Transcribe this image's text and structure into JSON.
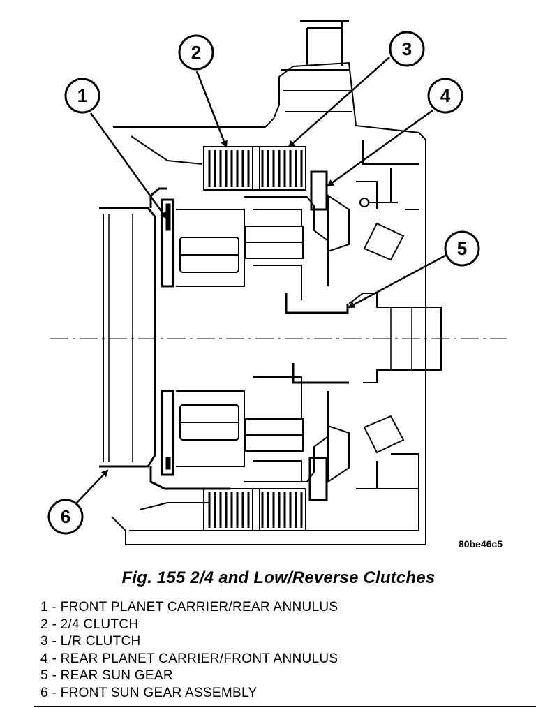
{
  "figure": {
    "code": "80be46c5",
    "caption": "Fig. 155 2/4 and Low/Reverse Clutches"
  },
  "callouts": [
    {
      "number": "1"
    },
    {
      "number": "2"
    },
    {
      "number": "3"
    },
    {
      "number": "4"
    },
    {
      "number": "5"
    },
    {
      "number": "6"
    }
  ],
  "legend": [
    {
      "text": "1 - FRONT PLANET CARRIER/REAR ANNULUS"
    },
    {
      "text": "2 - 2/4 CLUTCH"
    },
    {
      "text": "3 - L/R CLUTCH"
    },
    {
      "text": "4 - REAR PLANET CARRIER/FRONT ANNULUS"
    },
    {
      "text": "5 - REAR SUN GEAR"
    },
    {
      "text": "6 - FRONT SUN GEAR ASSEMBLY"
    }
  ]
}
